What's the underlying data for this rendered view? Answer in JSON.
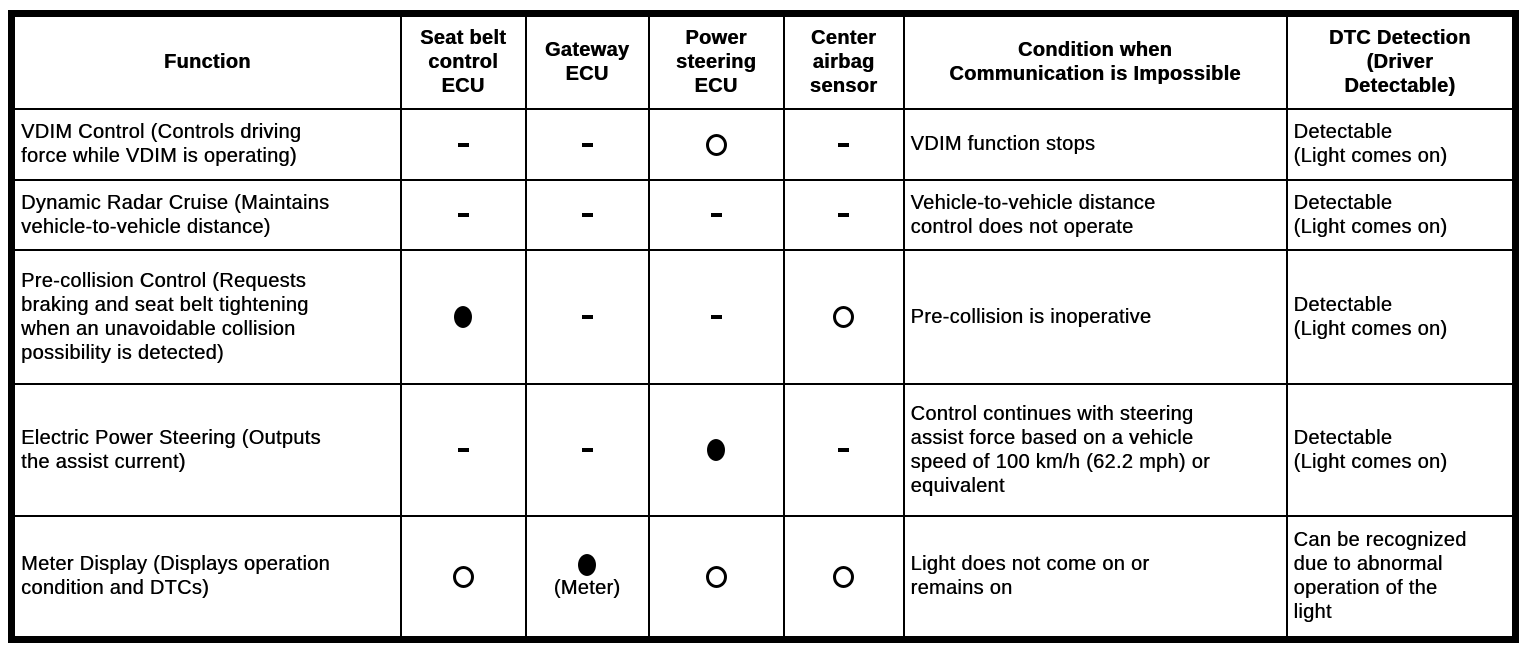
{
  "page": {
    "background_color": "#ffffff",
    "text_color": "#000000",
    "border_color": "#000000"
  },
  "table": {
    "columns": [
      {
        "label": "Function"
      },
      {
        "label": "Seat belt\ncontrol\nECU"
      },
      {
        "label": "Gateway\nECU"
      },
      {
        "label": "Power\nsteering\nECU"
      },
      {
        "label": "Center\nairbag\nsensor"
      },
      {
        "label": "Condition when\nCommunication is Impossible"
      },
      {
        "label": "DTC Detection\n(Driver\nDetectable)"
      }
    ],
    "marker_glyphs": {
      "dash": "-",
      "open": "○",
      "filled": "●"
    },
    "rows": [
      {
        "function": "VDIM Control (Controls driving\nforce while VDIM is operating)",
        "markers": [
          {
            "type": "dash"
          },
          {
            "type": "dash"
          },
          {
            "type": "open"
          },
          {
            "type": "dash"
          }
        ],
        "condition": "VDIM function stops",
        "dtc": "Detectable\n(Light comes on)"
      },
      {
        "function": "Dynamic Radar Cruise (Maintains\nvehicle-to-vehicle distance)",
        "markers": [
          {
            "type": "dash"
          },
          {
            "type": "dash"
          },
          {
            "type": "dash"
          },
          {
            "type": "dash"
          }
        ],
        "condition": "Vehicle-to-vehicle distance\ncontrol does not operate",
        "dtc": "Detectable\n(Light comes on)"
      },
      {
        "function": "Pre-collision Control (Requests\nbraking and seat belt tightening\nwhen an unavoidable collision\npossibility is detected)",
        "markers": [
          {
            "type": "filled"
          },
          {
            "type": "dash"
          },
          {
            "type": "dash"
          },
          {
            "type": "open"
          }
        ],
        "condition": "Pre-collision is inoperative",
        "dtc": "Detectable\n(Light comes on)"
      },
      {
        "function": "Electric Power Steering (Outputs\nthe assist current)",
        "markers": [
          {
            "type": "dash"
          },
          {
            "type": "dash"
          },
          {
            "type": "filled"
          },
          {
            "type": "dash"
          }
        ],
        "condition": "Control continues with steering\nassist force based on a vehicle\nspeed of 100 km/h (62.2 mph) or\nequivalent",
        "dtc": "Detectable\n(Light comes on)"
      },
      {
        "function": "Meter Display (Displays operation\ncondition and DTCs)",
        "markers": [
          {
            "type": "open"
          },
          {
            "type": "filled",
            "label": "(Meter)"
          },
          {
            "type": "open"
          },
          {
            "type": "open"
          }
        ],
        "condition": "Light does not come on or\nremains on",
        "dtc": "Can be recognized\ndue to abnormal\noperation of the\nlight"
      }
    ]
  }
}
